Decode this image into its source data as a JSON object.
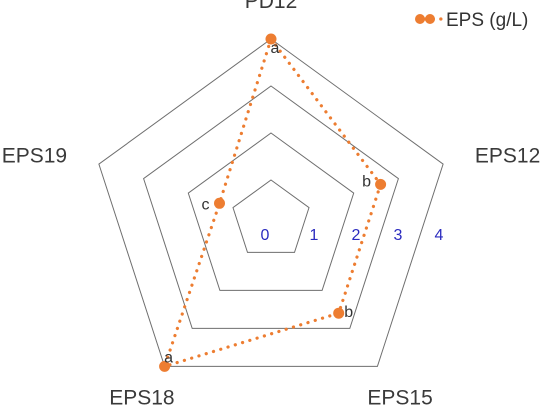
{
  "chart_data": {
    "type": "radar",
    "categories": [
      "PD12",
      "EPS12",
      "EPS15",
      "EPS18",
      "EPS19"
    ],
    "rlim": [
      0,
      4
    ],
    "ticks": [
      "0",
      "1",
      "2",
      "3",
      "4"
    ],
    "series": [
      {
        "name": "EPS (g/L)",
        "values": [
          4.0,
          2.6,
          2.6,
          4.0,
          1.3
        ],
        "significance": [
          "a",
          "b",
          "b",
          "a",
          "c"
        ],
        "color": "#ED7D31"
      }
    ],
    "tick_color": "#2B2BBF",
    "legend_position": "top-right"
  }
}
